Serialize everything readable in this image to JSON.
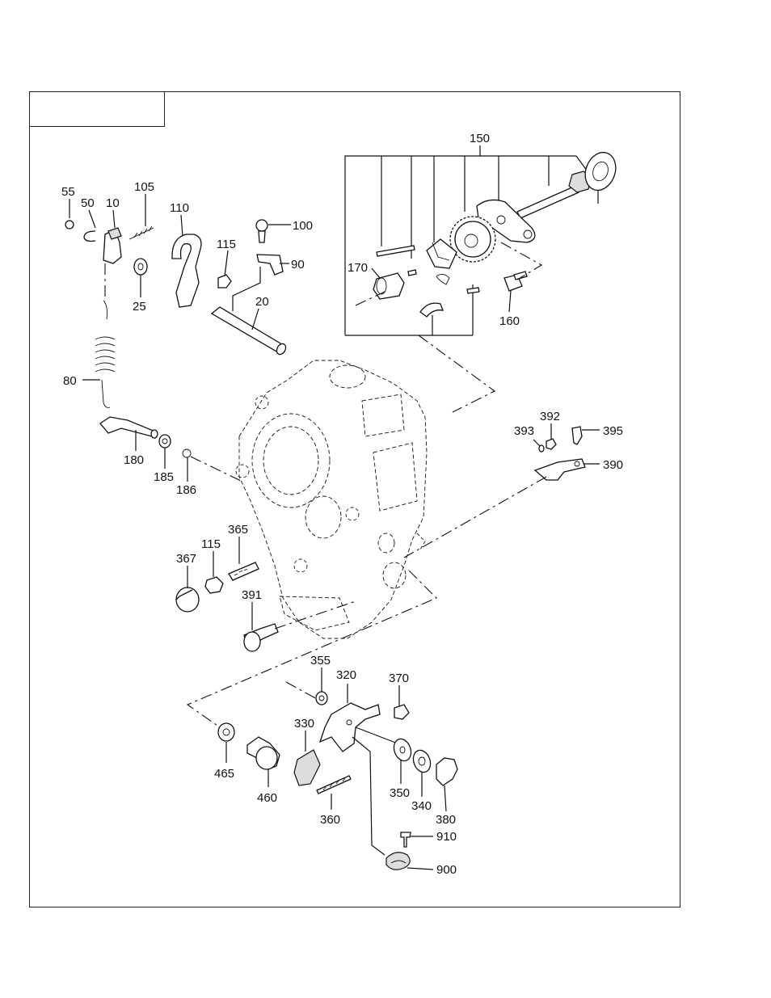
{
  "labels": {
    "p10": "10",
    "p20": "20",
    "p25": "25",
    "p50": "50",
    "p55": "55",
    "p80": "80",
    "p90": "90",
    "p100": "100",
    "p105": "105",
    "p110": "110",
    "p115a": "115",
    "p115b": "115",
    "p150": "150",
    "p160": "160",
    "p170": "170",
    "p180": "180",
    "p185": "185",
    "p186": "186",
    "p320": "320",
    "p330": "330",
    "p340": "340",
    "p350": "350",
    "p355": "355",
    "p360": "360",
    "p365": "365",
    "p367": "367",
    "p370": "370",
    "p380": "380",
    "p390": "390",
    "p391": "391",
    "p392": "392",
    "p393": "393",
    "p395": "395",
    "p460": "460",
    "p465": "465",
    "p900": "900",
    "p910": "910"
  }
}
